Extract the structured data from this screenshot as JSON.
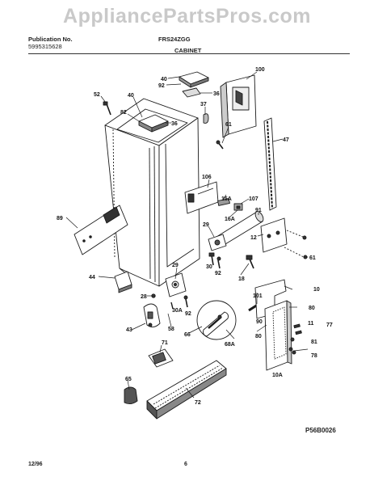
{
  "watermark": "AppliancePartsPros.com",
  "header": {
    "publication_label": "Publication No.",
    "publication_number": "5995315628",
    "model": "FRS24ZGG",
    "section_title": "CABINET"
  },
  "diagram_code": "P56B0026",
  "footer": {
    "date": "12/96",
    "page": "6"
  },
  "part_labels": {
    "l40a": "40",
    "l92a": "92",
    "l36a": "36",
    "l100": "100",
    "l52": "52",
    "l40b": "40",
    "l82": "82",
    "l36b": "36",
    "l37": "37",
    "l61a": "61",
    "l47": "47",
    "l106": "106",
    "l15a": "15A",
    "l107": "107",
    "l91": "91",
    "l29a": "29",
    "l16a": "16A",
    "l89": "89",
    "l12": "12",
    "l30a": "30",
    "l92b": "92",
    "l61b": "61",
    "l18": "18",
    "l44": "44",
    "l29b": "29",
    "l10": "10",
    "l28": "28",
    "l30b": "30A",
    "l101": "101",
    "l80a": "80",
    "l92c": "92",
    "l90": "90",
    "l11": "11",
    "l77": "77",
    "l43": "43",
    "l58": "58",
    "l66": "66",
    "l80b": "80",
    "l81": "81",
    "l68a": "68A",
    "l78": "78",
    "l71": "71",
    "l10a": "10A",
    "l65": "65",
    "l72": "72"
  }
}
